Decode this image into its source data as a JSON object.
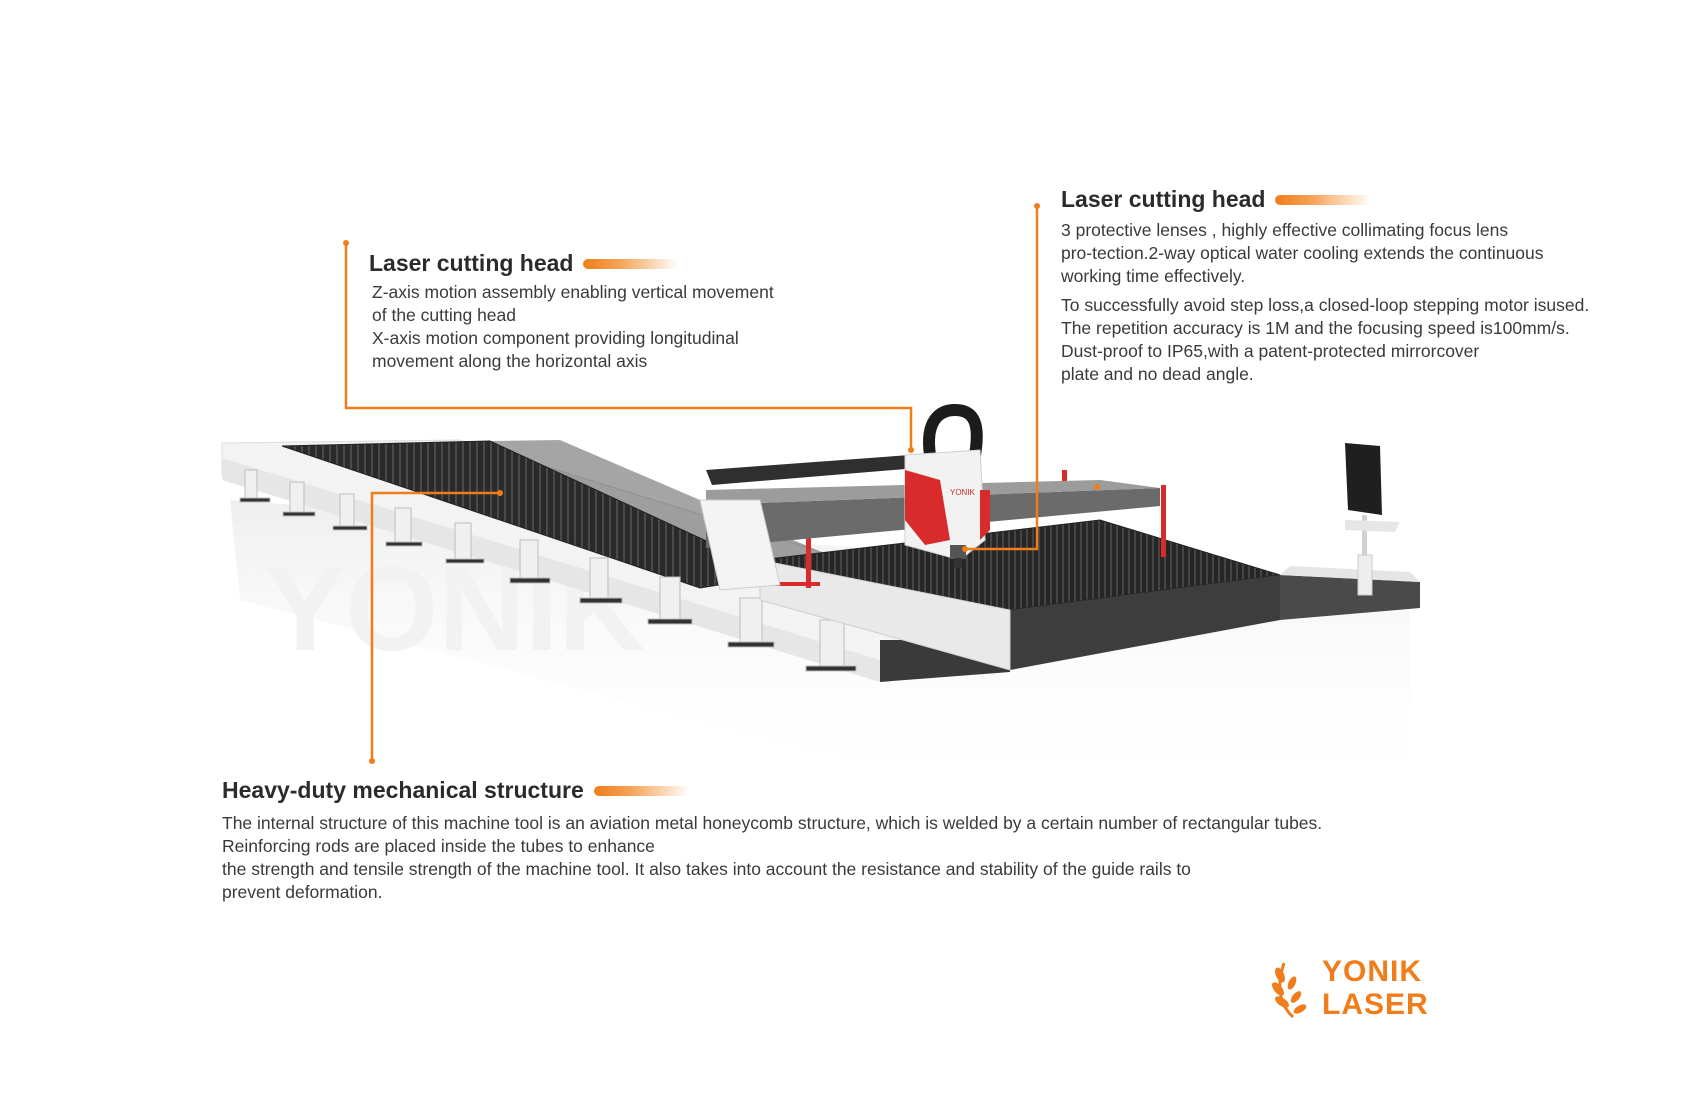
{
  "callouts": {
    "head_left": {
      "title": "Laser cutting head",
      "lines": [
        "Z-axis motion assembly enabling vertical movement",
        "of the cutting head",
        "X-axis motion component providing longitudinal",
        "movement along the horizontal axis"
      ]
    },
    "head_right": {
      "title": "Laser cutting head",
      "paragraph1": [
        "3 protective lenses , highly effective collimating focus lens",
        "pro-tection.2-way optical water cooling extends the continuous",
        "working time effectively."
      ],
      "paragraph2": [
        "To successfully avoid step loss,a closed-loop stepping motor isused.",
        "The repetition accuracy is 1M and the focusing speed is100mm/s.",
        "Dust-proof to IP65,with a patent-protected mirrorcover",
        "plate and no dead angle."
      ]
    },
    "structure": {
      "title": "Heavy-duty mechanical structure",
      "lines": [
        "The internal structure of this machine tool is an aviation metal honeycomb structure, which is welded by a certain number of rectangular tubes.",
        "Reinforcing rods are placed inside the tubes to enhance",
        "the strength and tensile strength of the machine tool. It also takes into account the resistance and stability of the guide rails to",
        "prevent deformation."
      ]
    }
  },
  "machine": {
    "head_brand_text": "YONIK"
  },
  "logo": {
    "line1": "YONIK",
    "line2": "LASER",
    "icon": "laurel-icon"
  },
  "colors": {
    "accent": "#f07d1a",
    "machine_red": "#d92b2b",
    "machine_dark": "#2e2e2e"
  }
}
